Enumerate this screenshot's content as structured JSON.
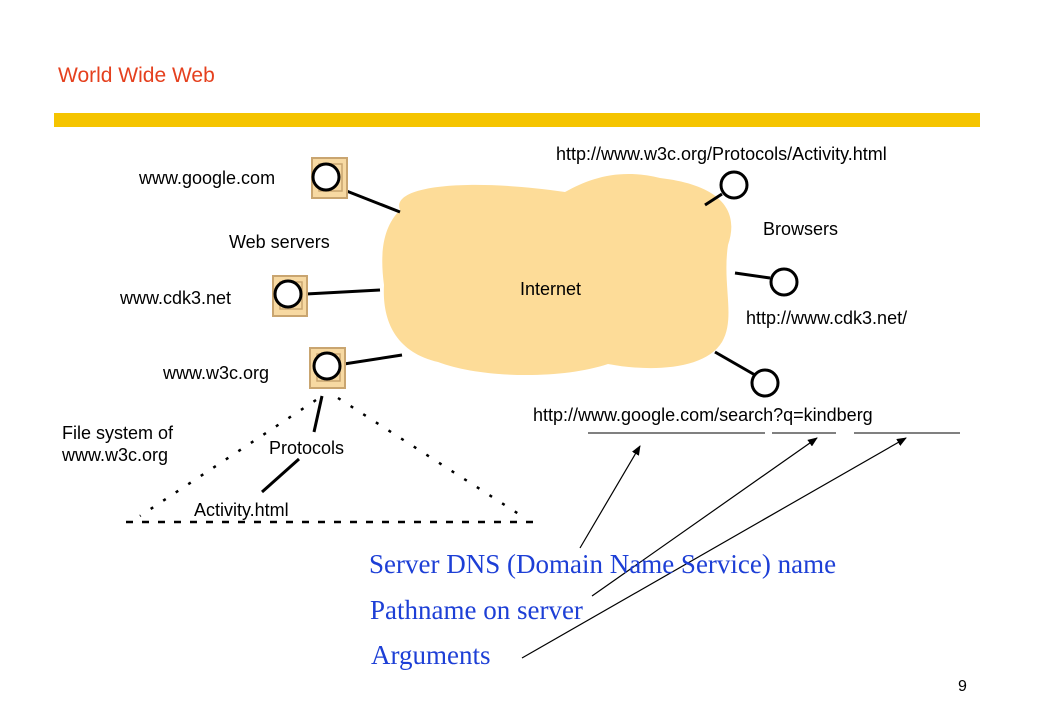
{
  "slide": {
    "title": "World Wide Web",
    "page_number": "9"
  },
  "colors": {
    "title": "#e5401e",
    "rule": "#f5c400",
    "cloud_fill": "#fddc98",
    "server_fill": "#f7d9a2",
    "server_border": "#c9a570",
    "annotation_text": "#1d3fd6"
  },
  "network": {
    "cloud_label": "Internet",
    "web_servers_label": "Web servers",
    "browsers_label": "Browsers",
    "servers": [
      {
        "hostname": "www.google.com"
      },
      {
        "hostname": "www.cdk3.net"
      },
      {
        "hostname": "www.w3c.org"
      }
    ],
    "browsers": [
      {
        "url": "http://www.w3c.org/Protocols/Activity.html"
      },
      {
        "url": "http://www.cdk3.net/"
      },
      {
        "url": "http://www.google.com/search?q=kindberg"
      }
    ]
  },
  "file_system": {
    "label_line1": "File system of",
    "label_line2": "www.w3c.org",
    "folder": "Protocols",
    "file": "Activity.html"
  },
  "annotations": {
    "dns_name": "Server DNS (Domain Name Service) name",
    "pathname": "Pathname on server",
    "arguments": "Arguments"
  }
}
